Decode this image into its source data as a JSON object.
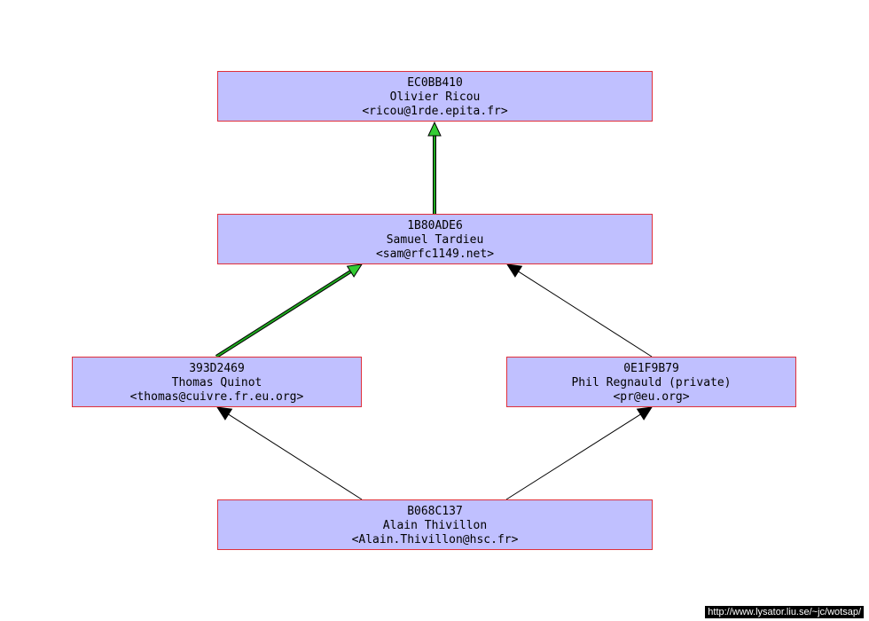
{
  "colors": {
    "node_fill": "#c0c0ff",
    "node_border": "#e0303a",
    "trusted_edge": "#1fa81f",
    "trusted_arrow": "#33cc33",
    "normal_edge": "#000000"
  },
  "nodes": {
    "ricou": {
      "key_id": "EC0BB410",
      "name": "Olivier Ricou",
      "email": "<ricou@1rde.epita.fr>"
    },
    "tardieu": {
      "key_id": "1B80ADE6",
      "name": "Samuel Tardieu",
      "email": "<sam@rfc1149.net>"
    },
    "quinot": {
      "key_id": "393D2469",
      "name": "Thomas Quinot",
      "email": "<thomas@cuivre.fr.eu.org>"
    },
    "regnauld": {
      "key_id": "0E1F9B79",
      "name": "Phil Regnauld (private)",
      "email": "<pr@eu.org>"
    },
    "thivillon": {
      "key_id": "B068C137",
      "name": "Alain Thivillon",
      "email": "<Alain.Thivillon@hsc.fr>"
    }
  },
  "edges": [
    {
      "from": "tardieu",
      "to": "ricou",
      "style": "trusted"
    },
    {
      "from": "quinot",
      "to": "tardieu",
      "style": "trusted"
    },
    {
      "from": "regnauld",
      "to": "tardieu",
      "style": "normal"
    },
    {
      "from": "thivillon",
      "to": "quinot",
      "style": "normal"
    },
    {
      "from": "thivillon",
      "to": "regnauld",
      "style": "normal"
    }
  ],
  "footer": {
    "url": "http://www.lysator.liu.se/~jc/wotsap/"
  }
}
